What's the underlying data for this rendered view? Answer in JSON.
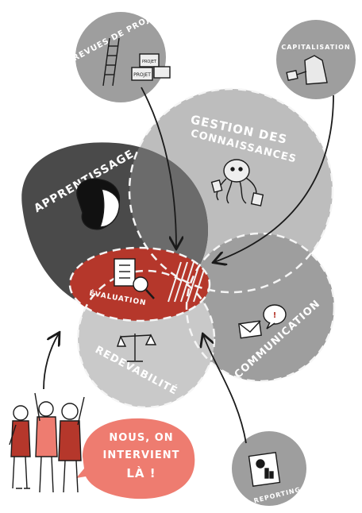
{
  "topics": {
    "revues": "REVUES DE PROJETS",
    "capitalisation": "CAPITALISATION",
    "gestion_line1": "GESTION DES",
    "gestion_line2": "CONNAISSANCES",
    "apprentissage": "APPRENTISSAGE",
    "evaluation": "ÉVALUATION",
    "communication": "COMMUNICATION",
    "redevabilite": "REDEVABILITÉ",
    "reporting": "REPORTING"
  },
  "callout": {
    "line1": "NOUS, ON",
    "line2": "INTERVIENT",
    "line3": "LÀ !"
  },
  "sketch_labels": {
    "box1": "PROJET",
    "box2": "PROJET"
  },
  "colors": {
    "dark_gray": "#4a4a4a",
    "mid_gray": "#9b9b9b",
    "light_gray": "#bdbdbd",
    "red": "#b5372b",
    "salmon": "#ee7c70",
    "ink": "#1a1a1a"
  }
}
